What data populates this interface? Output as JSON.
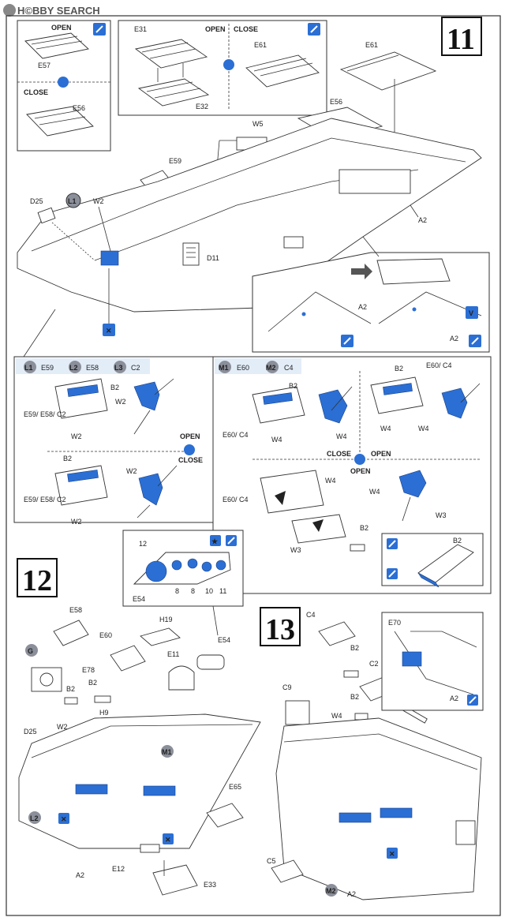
{
  "watermark": "H©BBY SEARCH",
  "steps": {
    "s11": "11",
    "s12": "12",
    "s13": "13"
  },
  "modes": {
    "open": "OPEN",
    "close": "CLOSE",
    "open_close": "OPEN / CLOSE"
  },
  "variants": {
    "L1": "L1",
    "L2": "L2",
    "L3": "L3",
    "M1": "M1",
    "M2": "M2",
    "G": "G",
    "l1_part": "E59",
    "l2_part": "E58",
    "l3_part": "C2",
    "m1_part": "E60",
    "m2_part": "C4"
  },
  "callouts": {
    "e57": "E57",
    "e56": "E56",
    "e31": "E31",
    "e32": "E32",
    "e61": "E61",
    "w5": "W5",
    "e59": "E59",
    "b2": "B2",
    "d25": "D25",
    "w2": "W2",
    "d11": "D11",
    "a2": "A2",
    "w4": "W4",
    "w3": "W3",
    "e60c4": "E60/ C4",
    "e59e58c2": "E59/ E58/ C2",
    "e58": "E58",
    "e60": "E60",
    "h19": "H19",
    "e54": "E54",
    "e78": "E78",
    "e11": "E11",
    "h9": "H9",
    "e65": "E65",
    "e12": "E12",
    "e33": "E33",
    "c4": "C4",
    "c2": "C2",
    "c9": "C9",
    "e70": "E70",
    "c5": "C5",
    "n12": "12",
    "n8": "8",
    "n10": "10",
    "n11": "11"
  },
  "colors": {
    "accent": "#2b6fd4",
    "shade": "#e3edf8",
    "line": "#333333"
  }
}
